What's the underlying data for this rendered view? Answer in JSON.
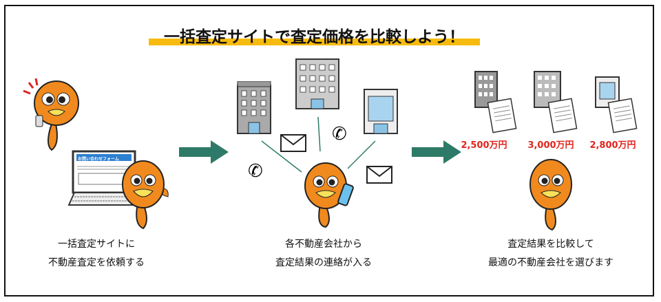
{
  "title": "一括査定サイトで査定価格を比較しよう！",
  "colors": {
    "highlight": "#f7bb10",
    "arrow": "#2e7a68",
    "price": "#e0241c",
    "fish": "#f08a1e"
  },
  "steps": [
    {
      "caption_line1": "一括査定サイトに",
      "caption_line2": "不動産査定を依頼する",
      "form_label": "お問い合わせフォーム"
    },
    {
      "caption_line1": "各不動産会社から",
      "caption_line2": "査定結果の連絡が入る"
    },
    {
      "caption_line1": "査定結果を比較して",
      "caption_line2": "最適の不動産会社を選びます",
      "prices": [
        "2,500万円",
        "3,000万円",
        "2,800万円"
      ]
    }
  ]
}
